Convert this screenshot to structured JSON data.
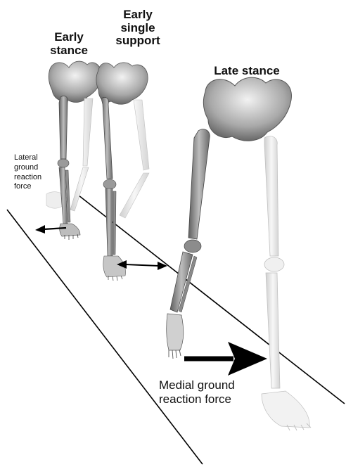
{
  "figure": {
    "labels": {
      "early_stance": "Early\nstance",
      "early_single_support": "Early\nsingle\nsupport",
      "late_stance": "Late stance",
      "lateral_grf": "Lateral\nground\nreaction\nforce",
      "medial_grf": "Medial ground\nreaction force"
    },
    "colors": {
      "bone_dark": "#8a8a8a",
      "bone_light": "#e6e6e6",
      "line": "#000000",
      "text": "#111111"
    }
  }
}
